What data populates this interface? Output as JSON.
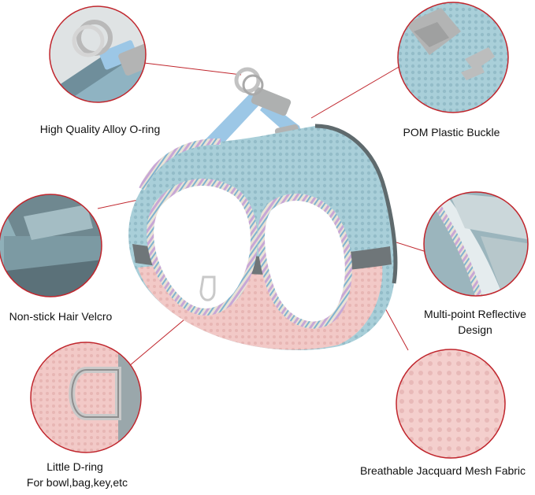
{
  "callouts": {
    "oring": "High Quality Alloy O-ring",
    "buckle": "POM Plastic Buckle",
    "velcro": "Non-stick Hair Velcro",
    "reflective": "Multi-point Reflective Design",
    "dring": "Little D-ring",
    "dring_sub": "For bowl,bag,key,etc",
    "mesh": "Breathable Jacquard Mesh Fabric"
  },
  "colors": {
    "accent_circle": "#c0262d",
    "mesh_blue": "#a9cfd9",
    "mesh_pink": "#f2c9c7",
    "band_gray": "#6f7679",
    "buckle_gray": "#a8a9a9",
    "strap_blue": "#9cc7e6",
    "metal": "#c9c9c9"
  }
}
